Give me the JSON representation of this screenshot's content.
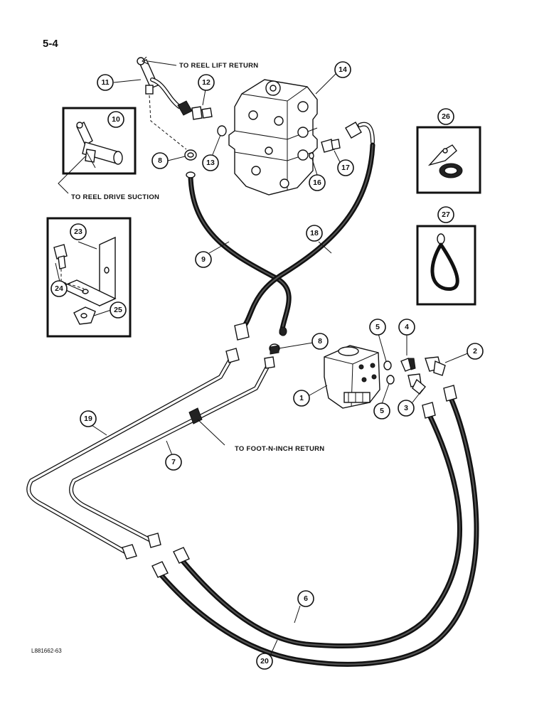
{
  "page_number": "5-4",
  "drawing_code": "L881662-63",
  "annotations": {
    "reel_lift_return": "TO REEL LIFT RETURN",
    "reel_drive_suction": "TO REEL DRIVE SUCTION",
    "foot_n_inch_return": "TO FOOT-N-INCH RETURN"
  },
  "callouts": {
    "c1": "1",
    "c2": "2",
    "c3": "3",
    "c4": "4",
    "c5a": "5",
    "c5b": "5",
    "c6": "6",
    "c7": "7",
    "c8a": "8",
    "c8b": "8",
    "c9": "9",
    "c10": "10",
    "c11": "11",
    "c12": "12",
    "c13": "13",
    "c14": "14",
    "c16": "16",
    "c17": "17",
    "c18": "18",
    "c19": "19",
    "c20": "20",
    "c23": "23",
    "c24": "24",
    "c25": "25",
    "c26": "26",
    "c27": "27"
  }
}
